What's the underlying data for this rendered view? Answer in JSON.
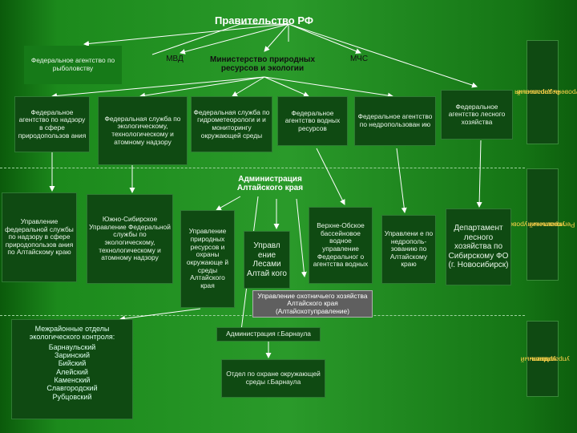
{
  "title": "Правительство РФ",
  "top_row": {
    "ryba": "Федеральное агентство по рыболовству",
    "mvd": "МВД",
    "ministry": "Министерство природных ресурсов и экологии",
    "mchs": "МЧС"
  },
  "agencies": [
    "Федеральное агентство по надзору в сфере природопользов ания",
    "Федеральная служба по экологическому, технологическому и атомному надзору",
    "Федеральная служба по гидрометеорологи и и мониторингу окружающей среды",
    "Федеральное агентство водных ресурсов",
    "Федеральное агентство по недропользован ию",
    "Федеральное агентство лесного хозяйства"
  ],
  "side_labels": {
    "federal": [
      "Федеральный",
      "уровень управления"
    ],
    "regional": [
      "Региональный уровень",
      "управления"
    ],
    "local": [
      "Местный",
      "уровень",
      "управления"
    ]
  },
  "altai_admin": "Администрация Алтайского края",
  "regional_boxes": {
    "nadzor": "Управление федеральной службы по надзору в сфере природопользов ания по Алтайскому краю",
    "ssib": "Южно-Сибирское Управление Федеральной службы по экологическому, технологическому и атомному надзору",
    "prirod": "Управление природных ресурсов и охраны окружающе й среды Алтайского края",
    "les": "Управл ение Лесами Алтай кого",
    "obskoe": "Верхне-Обское бассейновое водное управление Федеральног о агентства водных",
    "nedra": "Управлени е по недрополь-зованию по Алтайскому краю",
    "dep_les": "Департамент лесного хозяйства по Сибирскому ФО (г. Новосибирск)",
    "okhot": "Управление охотничьего хозяйства Алтайского края (Алтайохотуправление)"
  },
  "mezh": {
    "title": "Межрайонные отделы экологического контроля:",
    "cities": [
      "Барнаульский",
      "Заринский",
      "Бийский",
      "Алейский",
      "Каменский",
      "Славгородский",
      "Рубцовский"
    ]
  },
  "barnaul_admin": "Администрация г.Барнаула",
  "otdel": "Отдел по охране окружающей среды г.Барнаула"
}
